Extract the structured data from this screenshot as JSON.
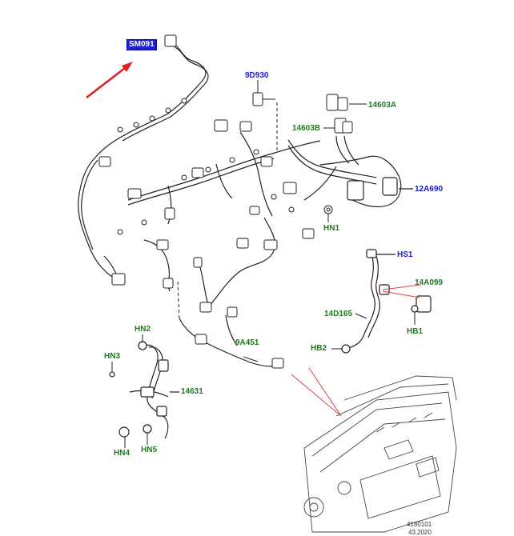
{
  "labels": {
    "sm091": "SM091",
    "d9930": "9D930",
    "a14603": "14603A",
    "b14603": "14603B",
    "a12690": "12A690",
    "hn1": "HN1",
    "hs1": "HS1",
    "a14099": "14A099",
    "d14165": "14D165",
    "hb1": "HB1",
    "hb2": "HB2",
    "hn2": "HN2",
    "hn3": "HN3",
    "a9451": "9A451",
    "n14631": "14631",
    "hn4": "HN4",
    "hn5": "HN5"
  },
  "footer": {
    "ref": "4180101",
    "date": "43.2020"
  },
  "colors": {
    "callout_blue": "#1a1ad8",
    "callout_green": "#1f7a1f",
    "highlight_box": "#1f1fd0",
    "pointer_arrow": "#e02020",
    "leader_red": "#e04040",
    "line_art": "#222222"
  }
}
